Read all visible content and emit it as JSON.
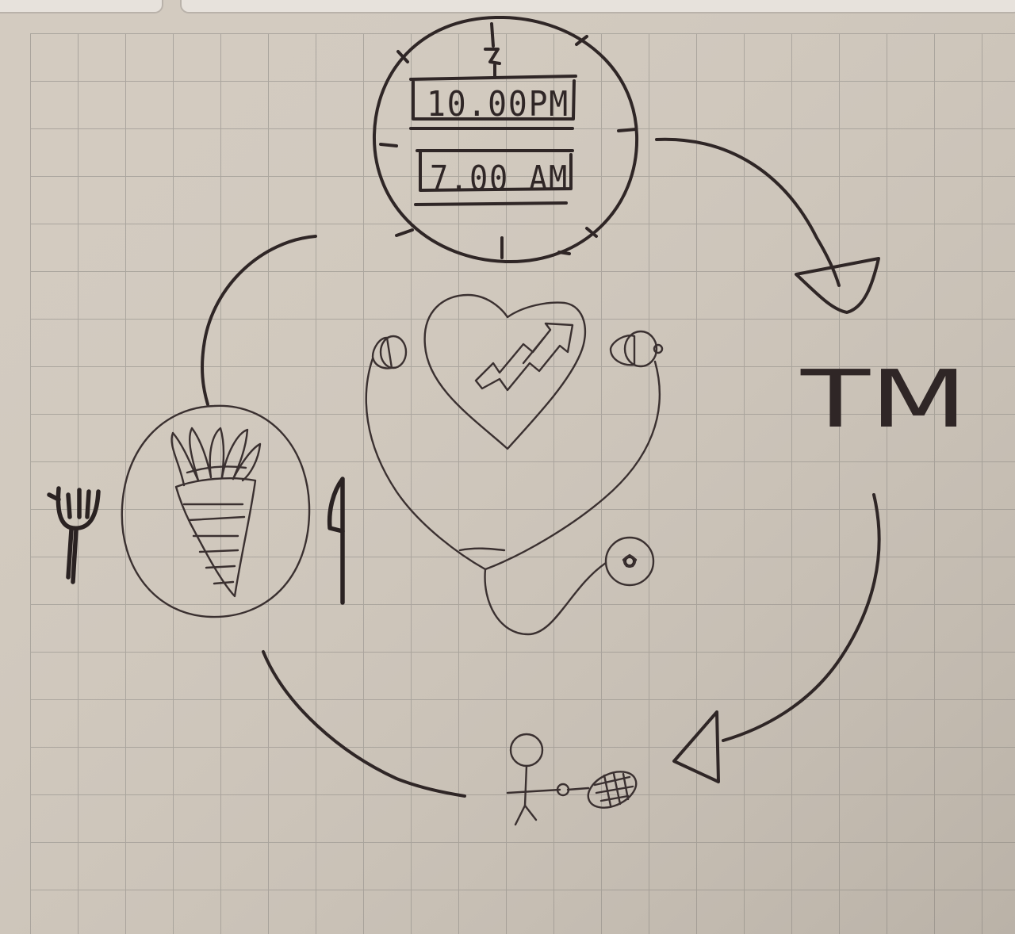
{
  "sleep_schedule": {
    "bedtime": "10.00PM",
    "wake_time": "7.00 AM"
  },
  "mark": {
    "text": "TM"
  },
  "icons": [
    "clock-icon",
    "heart-growth-icon",
    "stethoscope-icon",
    "carrot-icon",
    "fork-icon",
    "knife-icon",
    "tennis-player-icon",
    "cycle-arrows"
  ],
  "colors": {
    "paper": "#cfc6bb",
    "grid": "#a8a39c",
    "ink": "#2f2626"
  }
}
